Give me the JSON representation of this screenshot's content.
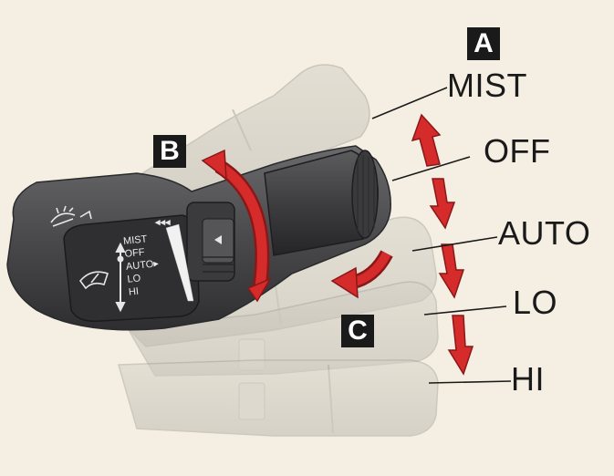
{
  "positions": {
    "mist": "MIST",
    "off": "OFF",
    "auto": "AUTO",
    "lo": "LO",
    "hi": "HI"
  },
  "badges": {
    "a": "A",
    "b": "B",
    "c": "C"
  },
  "lever_panel": {
    "mist": "MIST",
    "off": "OFF",
    "auto": "AUTO",
    "lo": "LO",
    "hi": "HI"
  },
  "colors": {
    "background": "#f4efe2",
    "arrow": "#d62b2b",
    "lever": "#4a4a4c"
  }
}
